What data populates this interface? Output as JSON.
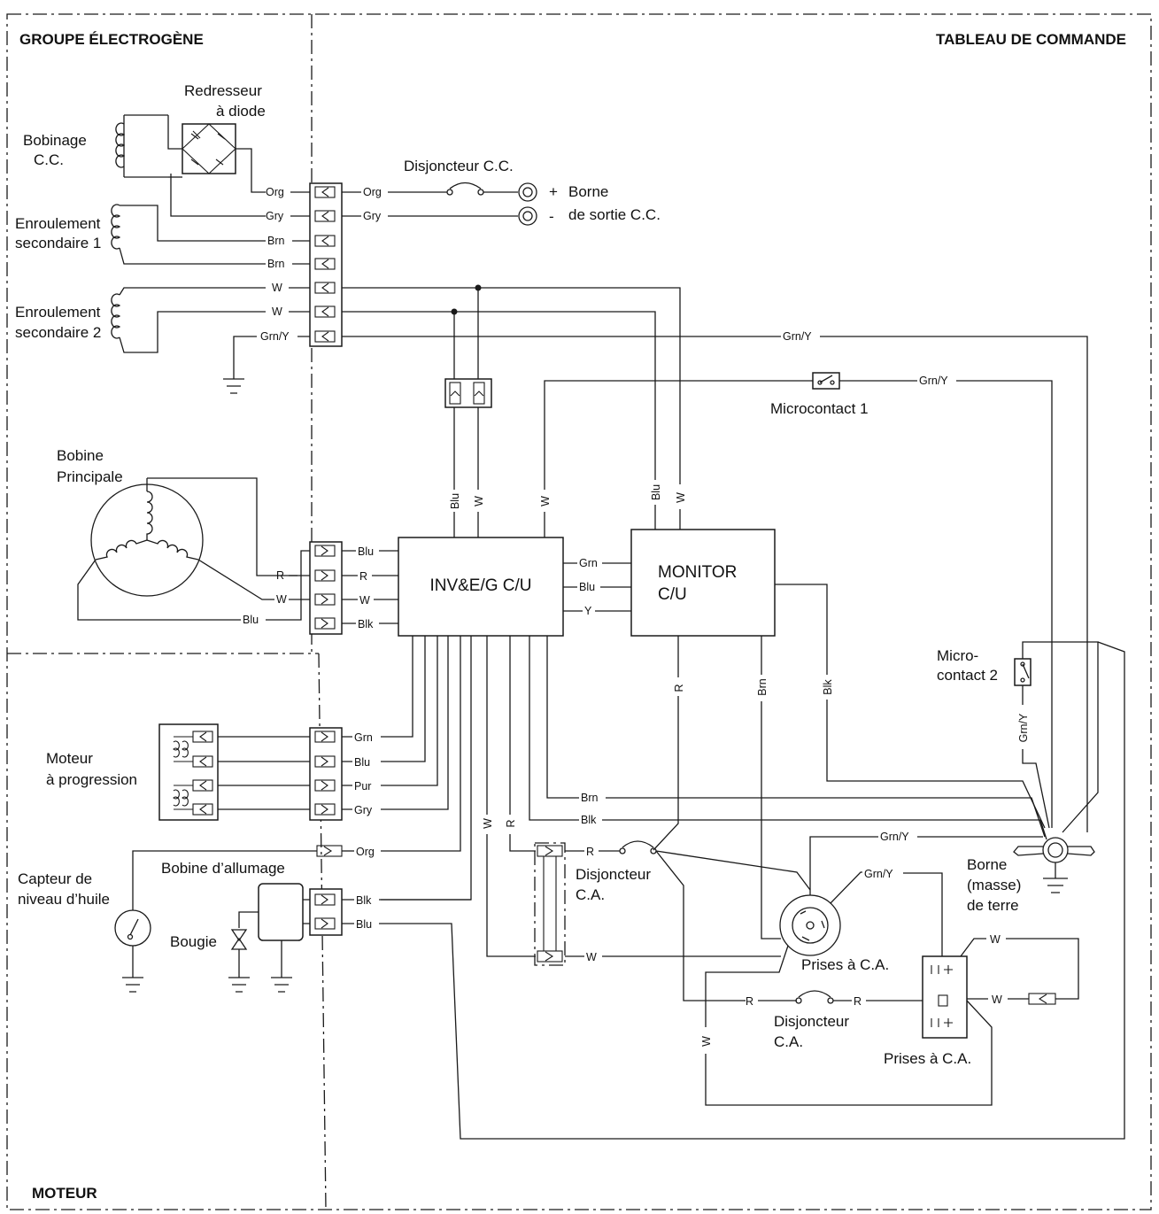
{
  "sections": {
    "generator": "GROUPE ÉLECTROGÈNE",
    "control_panel": "TABLEAU DE COMMANDE",
    "engine": "MOTEUR"
  },
  "components": {
    "diode_rectifier": [
      "Redresseur",
      "à diode"
    ],
    "dc_winding": [
      "Bobinage",
      "C.C."
    ],
    "sub_winding_1": [
      "Enroulement",
      "secondaire 1"
    ],
    "sub_winding_2": [
      "Enroulement",
      "secondaire 2"
    ],
    "dc_breaker": "Disjoncteur C.C.",
    "dc_terminal": [
      "Borne",
      "de sortie C.C."
    ],
    "dc_plus": "+",
    "dc_minus": "-",
    "microswitch_1": "Microcontact 1",
    "microswitch_2": [
      "Micro-",
      "contact 2"
    ],
    "main_coil": [
      "Bobine",
      "Principale"
    ],
    "inverter_unit": "INV&E/G C/U",
    "monitor_unit": [
      "MONITOR",
      "C/U"
    ],
    "stepping_motor": [
      "Moteur",
      "à progression"
    ],
    "oil_sensor": [
      "Capteur de",
      "niveau d’huile"
    ],
    "ignition_coil": "Bobine d’allumage",
    "spark_plug": "Bougie",
    "ac_breaker_1": [
      "Disjoncteur",
      "C.A."
    ],
    "ac_breaker_2": [
      "Disjoncteur",
      "C.A."
    ],
    "ac_receptacle_1": "Prises à C.A.",
    "ac_receptacle_2": "Prises à C.A.",
    "ground_terminal": [
      "Borne",
      "(masse)",
      "de terre"
    ]
  },
  "wire_colors": {
    "org": "Org",
    "gry": "Gry",
    "brn": "Brn",
    "w": "W",
    "grn_y": "Grn/Y",
    "blu": "Blu",
    "r": "R",
    "blk": "Blk",
    "grn": "Grn",
    "y": "Y",
    "pur": "Pur"
  }
}
